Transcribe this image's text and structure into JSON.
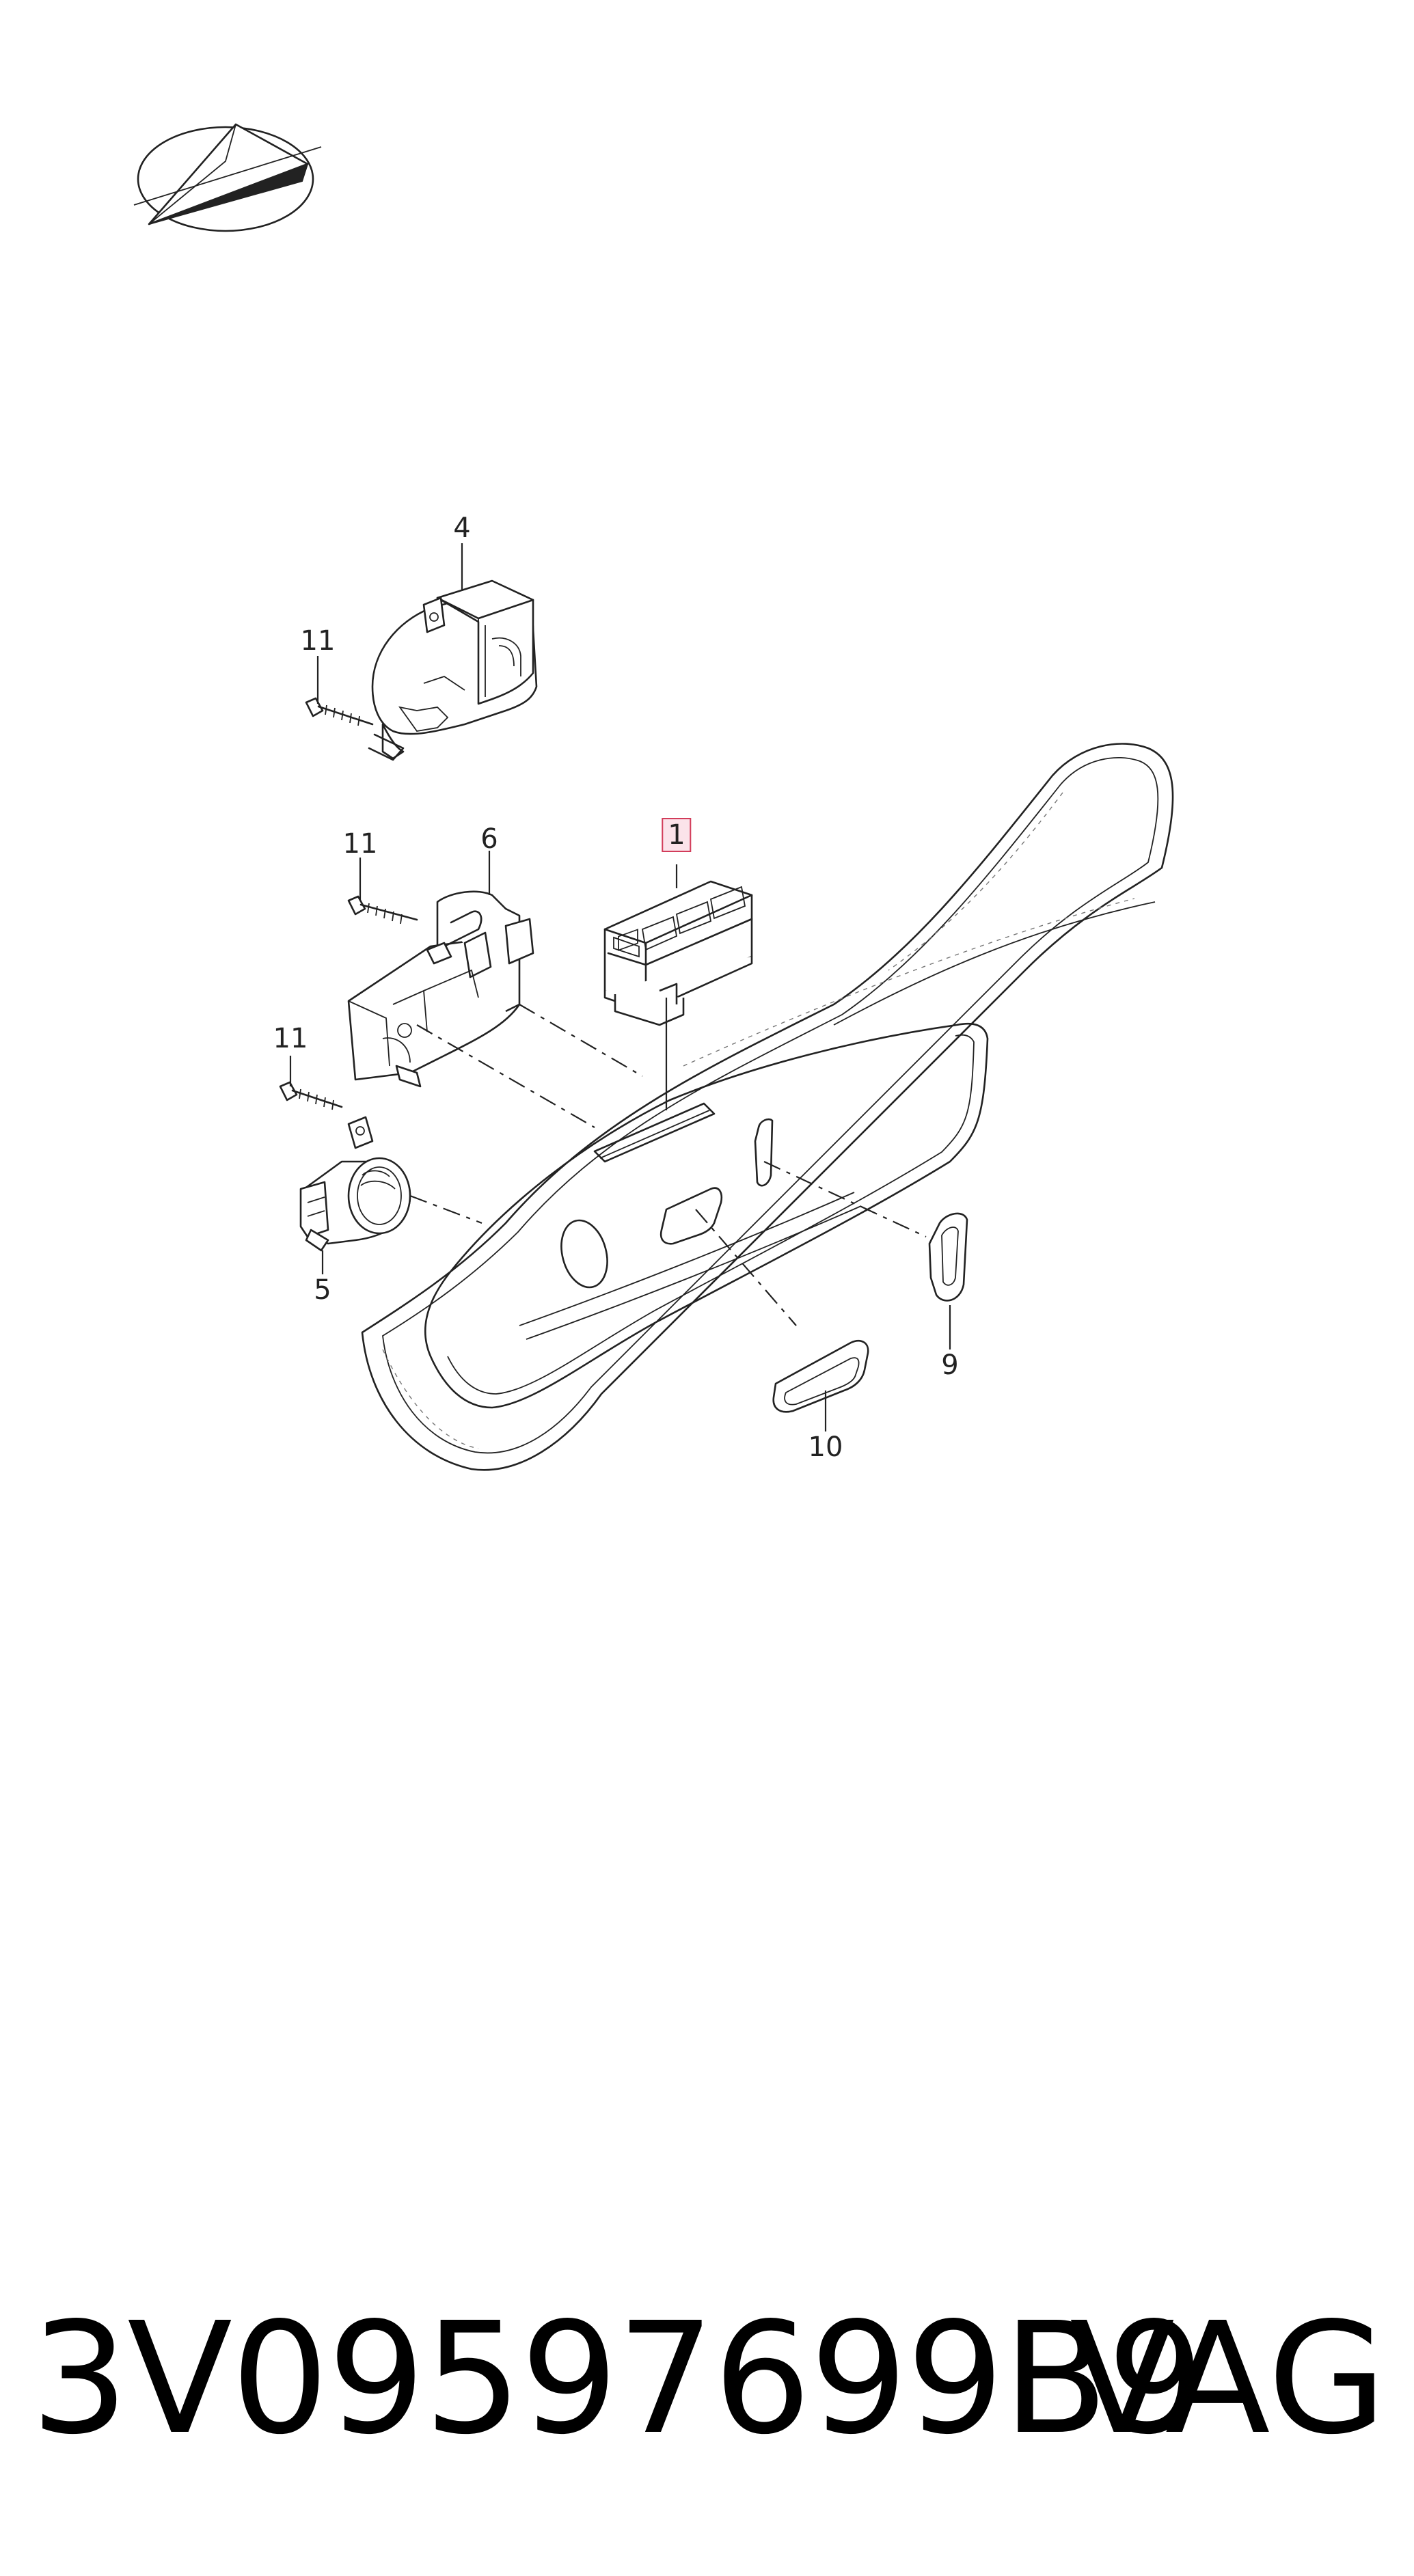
{
  "diagram": {
    "callouts": [
      {
        "id": "c1",
        "label": "1",
        "highlighted": true
      },
      {
        "id": "c4",
        "label": "4"
      },
      {
        "id": "c5",
        "label": "5"
      },
      {
        "id": "c6",
        "label": "6"
      },
      {
        "id": "c9",
        "label": "9"
      },
      {
        "id": "c10",
        "label": "10"
      },
      {
        "id": "c11a",
        "label": "11"
      },
      {
        "id": "c11b",
        "label": "11"
      },
      {
        "id": "c11c",
        "label": "11"
      }
    ]
  },
  "footer": {
    "part_number": "3V09597699B9",
    "brand": "VAG"
  },
  "colors": {
    "line": "#222222",
    "highlight_border": "#d23c5a",
    "highlight_fill": "#fbe3ea",
    "text": "#000000"
  },
  "icons": {
    "logo": "paper-plane-logo-icon"
  }
}
